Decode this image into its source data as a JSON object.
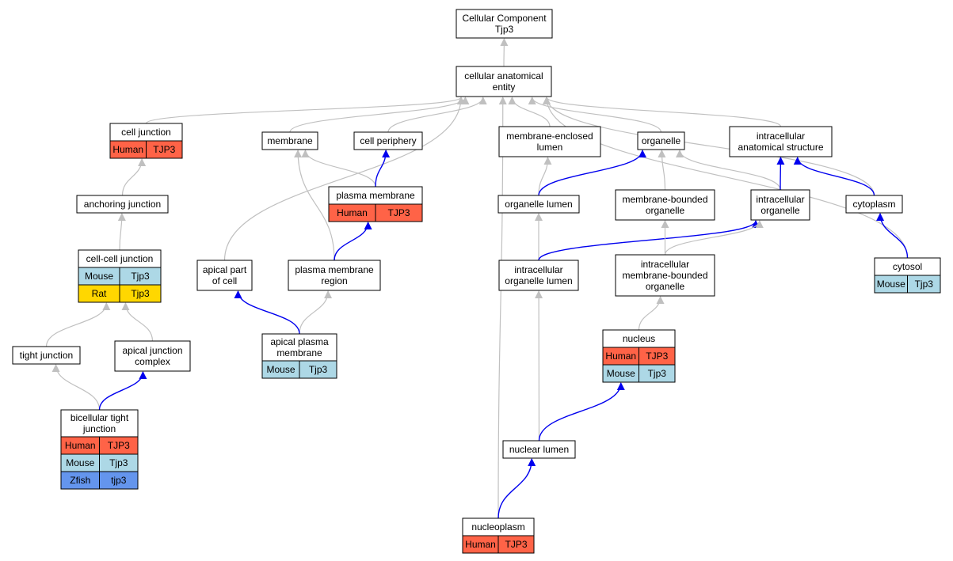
{
  "colors": {
    "human": "#ff6347",
    "mouse": "#add8e6",
    "rat": "#ffd700",
    "zfish": "#6495ed",
    "edge_isa": "#c0c0c0",
    "edge_partof": "#0000ee",
    "node_border": "#000000",
    "node_fill": "#ffffff"
  },
  "nodes": [
    {
      "id": "cc",
      "lines": [
        "Cellular Component",
        "Tjp3"
      ],
      "genes": []
    },
    {
      "id": "cae",
      "lines": [
        "cellular anatomical",
        "entity"
      ],
      "genes": []
    },
    {
      "id": "cj",
      "lines": [
        "cell junction"
      ],
      "genes": [
        [
          "Human",
          "TJP3"
        ]
      ]
    },
    {
      "id": "mem",
      "lines": [
        "membrane"
      ],
      "genes": []
    },
    {
      "id": "cp",
      "lines": [
        "cell periphery"
      ],
      "genes": []
    },
    {
      "id": "mel",
      "lines": [
        "membrane-enclosed",
        "lumen"
      ],
      "genes": []
    },
    {
      "id": "org",
      "lines": [
        "organelle"
      ],
      "genes": []
    },
    {
      "id": "ias",
      "lines": [
        "intracellular",
        "anatomical structure"
      ],
      "genes": []
    },
    {
      "id": "aj",
      "lines": [
        "anchoring junction"
      ],
      "genes": []
    },
    {
      "id": "pm",
      "lines": [
        "plasma membrane"
      ],
      "genes": [
        [
          "Human",
          "TJP3"
        ]
      ]
    },
    {
      "id": "ol",
      "lines": [
        "organelle lumen"
      ],
      "genes": []
    },
    {
      "id": "mbo",
      "lines": [
        "membrane-bounded",
        "organelle"
      ],
      "genes": []
    },
    {
      "id": "io",
      "lines": [
        "intracellular",
        "organelle"
      ],
      "genes": []
    },
    {
      "id": "cyto",
      "lines": [
        "cytoplasm"
      ],
      "genes": []
    },
    {
      "id": "ccj",
      "lines": [
        "cell-cell junction"
      ],
      "genes": [
        [
          "Mouse",
          "Tjp3"
        ],
        [
          "Rat",
          "Tjp3"
        ]
      ]
    },
    {
      "id": "apc",
      "lines": [
        "apical part",
        "of cell"
      ],
      "genes": []
    },
    {
      "id": "pmr",
      "lines": [
        "plasma membrane",
        "region"
      ],
      "genes": []
    },
    {
      "id": "iol",
      "lines": [
        "intracellular",
        "organelle lumen"
      ],
      "genes": []
    },
    {
      "id": "imbo",
      "lines": [
        "intracellular",
        "membrane-bounded",
        "organelle"
      ],
      "genes": []
    },
    {
      "id": "cytosol",
      "lines": [
        "cytosol"
      ],
      "genes": [
        [
          "Mouse",
          "Tjp3"
        ]
      ]
    },
    {
      "id": "tj",
      "lines": [
        "tight junction"
      ],
      "genes": []
    },
    {
      "id": "ajc",
      "lines": [
        "apical junction",
        "complex"
      ],
      "genes": []
    },
    {
      "id": "apm",
      "lines": [
        "apical plasma",
        "membrane"
      ],
      "genes": [
        [
          "Mouse",
          "Tjp3"
        ]
      ]
    },
    {
      "id": "nuc",
      "lines": [
        "nucleus"
      ],
      "genes": [
        [
          "Human",
          "TJP3"
        ],
        [
          "Mouse",
          "Tjp3"
        ]
      ]
    },
    {
      "id": "btj",
      "lines": [
        "bicellular tight",
        "junction"
      ],
      "genes": [
        [
          "Human",
          "TJP3"
        ],
        [
          "Mouse",
          "Tjp3"
        ],
        [
          "Zfish",
          "tjp3"
        ]
      ]
    },
    {
      "id": "nl",
      "lines": [
        "nuclear lumen"
      ],
      "genes": []
    },
    {
      "id": "np",
      "lines": [
        "nucleoplasm"
      ],
      "genes": [
        [
          "Human",
          "TJP3"
        ]
      ]
    }
  ],
  "edges": [
    {
      "from": "cae",
      "to": "cc",
      "type": "is_a"
    },
    {
      "from": "cj",
      "to": "cae",
      "type": "is_a"
    },
    {
      "from": "mem",
      "to": "cae",
      "type": "is_a"
    },
    {
      "from": "cp",
      "to": "cae",
      "type": "is_a"
    },
    {
      "from": "mel",
      "to": "cae",
      "type": "is_a"
    },
    {
      "from": "org",
      "to": "cae",
      "type": "is_a"
    },
    {
      "from": "ias",
      "to": "cae",
      "type": "is_a"
    },
    {
      "from": "apc",
      "to": "cae",
      "type": "is_a"
    },
    {
      "from": "cyto",
      "to": "cae",
      "type": "is_a"
    },
    {
      "from": "cytosol",
      "to": "cae",
      "type": "is_a"
    },
    {
      "from": "np",
      "to": "cae",
      "type": "is_a"
    },
    {
      "from": "aj",
      "to": "cj",
      "type": "is_a"
    },
    {
      "from": "ccj",
      "to": "aj",
      "type": "is_a"
    },
    {
      "from": "tj",
      "to": "ccj",
      "type": "is_a"
    },
    {
      "from": "ajc",
      "to": "ccj",
      "type": "is_a"
    },
    {
      "from": "btj",
      "to": "tj",
      "type": "is_a"
    },
    {
      "from": "btj",
      "to": "ajc",
      "type": "part_of"
    },
    {
      "from": "pm",
      "to": "mem",
      "type": "is_a"
    },
    {
      "from": "pmr",
      "to": "mem",
      "type": "is_a"
    },
    {
      "from": "pm",
      "to": "cp",
      "type": "part_of"
    },
    {
      "from": "pmr",
      "to": "pm",
      "type": "part_of"
    },
    {
      "from": "apm",
      "to": "pmr",
      "type": "is_a"
    },
    {
      "from": "apm",
      "to": "apc",
      "type": "part_of"
    },
    {
      "from": "ol",
      "to": "mel",
      "type": "is_a"
    },
    {
      "from": "ol",
      "to": "org",
      "type": "part_of"
    },
    {
      "from": "mbo",
      "to": "org",
      "type": "is_a"
    },
    {
      "from": "io",
      "to": "org",
      "type": "is_a"
    },
    {
      "from": "io",
      "to": "ias",
      "type": "part_of"
    },
    {
      "from": "cyto",
      "to": "ias",
      "type": "part_of"
    },
    {
      "from": "cytosol",
      "to": "cyto",
      "type": "part_of"
    },
    {
      "from": "iol",
      "to": "ol",
      "type": "is_a"
    },
    {
      "from": "iol",
      "to": "io",
      "type": "part_of"
    },
    {
      "from": "imbo",
      "to": "mbo",
      "type": "is_a"
    },
    {
      "from": "imbo",
      "to": "io",
      "type": "is_a"
    },
    {
      "from": "nuc",
      "to": "imbo",
      "type": "is_a"
    },
    {
      "from": "nl",
      "to": "iol",
      "type": "is_a"
    },
    {
      "from": "nl",
      "to": "nuc",
      "type": "part_of"
    },
    {
      "from": "np",
      "to": "nl",
      "type": "part_of"
    }
  ]
}
